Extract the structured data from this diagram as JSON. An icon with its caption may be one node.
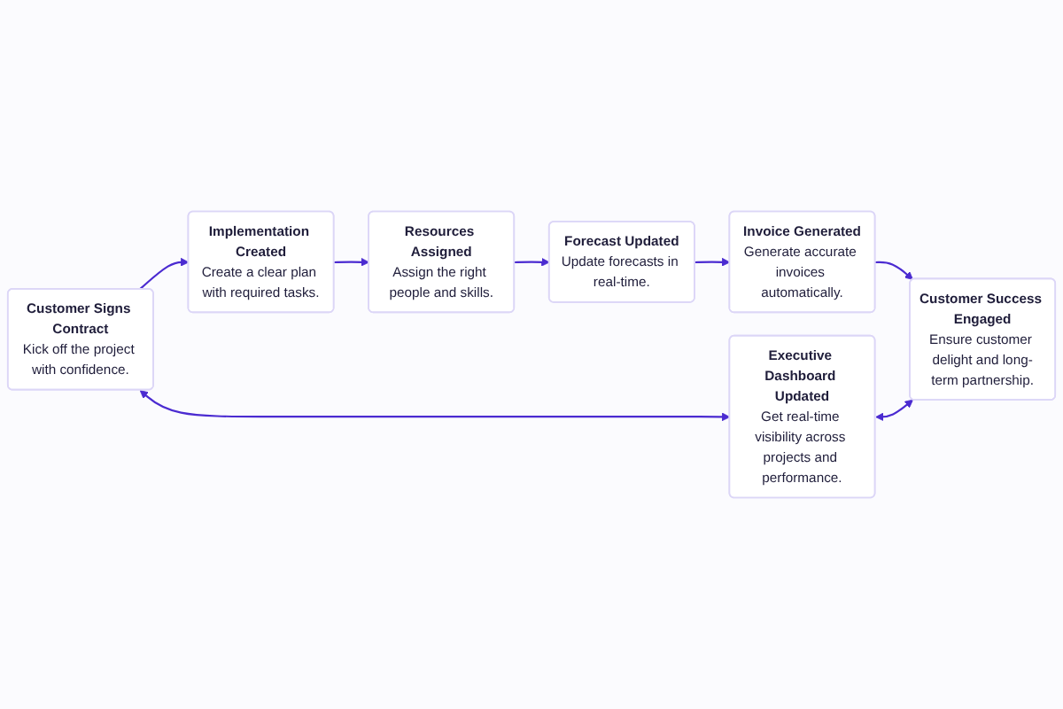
{
  "diagram": {
    "nodes": [
      {
        "text": [
          "Customer Signs Contract",
          "Kick off the project with confidence."
        ]
      },
      {
        "text": [
          "Implementation Created",
          "Create a clear plan with required tasks."
        ]
      },
      {
        "text": [
          "Resources Assigned",
          "Assign the right people and skills."
        ]
      },
      {
        "text": [
          "Forecast Updated",
          "Update forecasts in real-time."
        ]
      },
      {
        "text": [
          "Invoice Generated",
          "Generate accurate invoices automatically."
        ]
      },
      {
        "text": [
          "Executive Dashboard Updated",
          "Get real-time visibility across projects and performance."
        ]
      },
      {
        "text": [
          "Customer Success Engaged",
          "Ensure customer delight and long-term partnership."
        ]
      }
    ],
    "edges": [
      {
        "from": 0,
        "to": 1,
        "arrow": "to"
      },
      {
        "from": 1,
        "to": 2,
        "arrow": "to"
      },
      {
        "from": 2,
        "to": 3,
        "arrow": "to"
      },
      {
        "from": 3,
        "to": 4,
        "arrow": "to"
      },
      {
        "from": 4,
        "to": 6,
        "arrow": "to"
      },
      {
        "from": 5,
        "to": 6,
        "arrow": "both"
      },
      {
        "from": 0,
        "to": 5,
        "arrow": "both"
      }
    ]
  }
}
